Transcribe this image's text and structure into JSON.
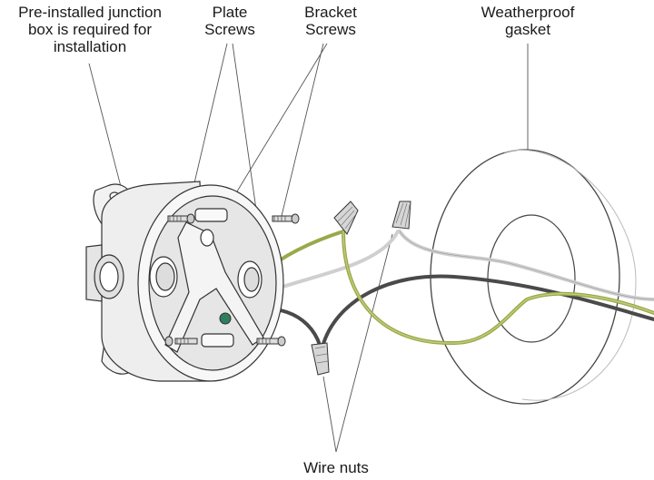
{
  "labels": {
    "junction_box": [
      "Pre-installed junction",
      "box is required for",
      "installation"
    ],
    "plate_screws": [
      "Plate",
      "Screws"
    ],
    "bracket_screws": [
      "Bracket",
      "Screws"
    ],
    "gasket": [
      "Weatherproof",
      "gasket"
    ],
    "wire_nuts": "Wire nuts"
  },
  "colors": {
    "ink": "#333333",
    "box_fill": "#f2f2f2",
    "box_shadow": "#d9d9d9",
    "ground_wire": "#9aa84a",
    "ground_wire_light": "#c4cc7a",
    "black_wire": "#4a4a4a",
    "white_wire": "#cfcfcf",
    "ground_screw": "#2e7d5b",
    "wire_nut": "#d6d6d6"
  },
  "icons": [
    "wire-nut-icon",
    "screw-icon",
    "ground-screw-icon"
  ]
}
